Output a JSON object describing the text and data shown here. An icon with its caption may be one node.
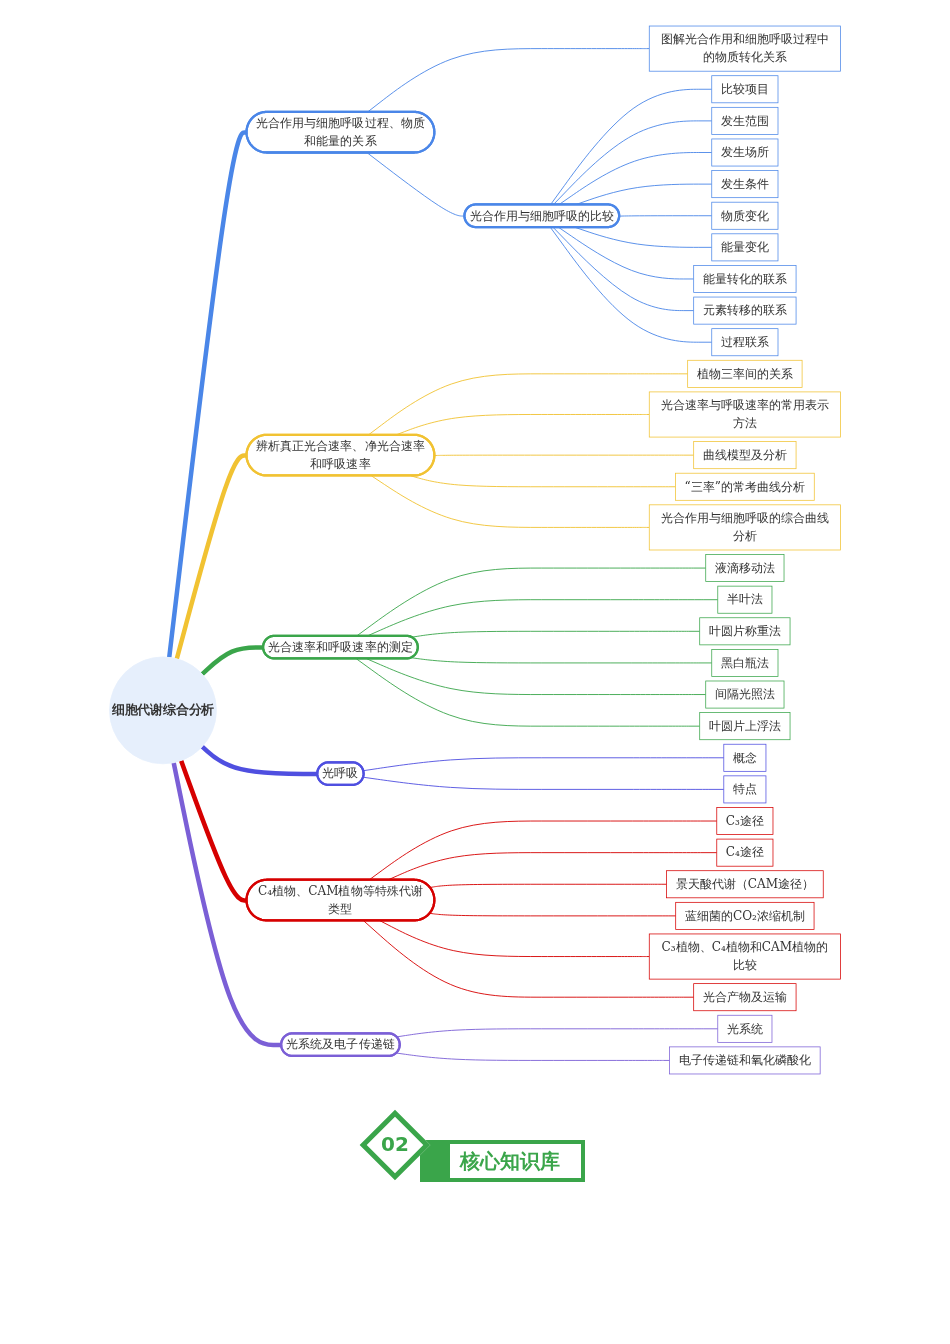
{
  "diagram": {
    "nodes": [
      {
        "text": [
          "细胞代谢综合分析"
        ]
      },
      {
        "text": [
          "光合作用与细胞呼吸过程、物质和能量的关系"
        ]
      },
      {
        "text": [
          "图解光合作用和细胞呼吸过程中的物质转化关系"
        ]
      },
      {
        "text": [
          "光合作用与细胞呼吸的比较"
        ]
      },
      {
        "text": [
          "比较项目"
        ]
      },
      {
        "text": [
          "发生范围"
        ]
      },
      {
        "text": [
          "发生场所"
        ]
      },
      {
        "text": [
          "发生条件"
        ]
      },
      {
        "text": [
          "物质变化"
        ]
      },
      {
        "text": [
          "能量变化"
        ]
      },
      {
        "text": [
          "能量转化的联系"
        ]
      },
      {
        "text": [
          "元素转移的联系"
        ]
      },
      {
        "text": [
          "过程联系"
        ]
      },
      {
        "text": [
          "辨析真正光合速率、净光合速率和呼吸速率"
        ]
      },
      {
        "text": [
          "植物三率间的关系"
        ]
      },
      {
        "text": [
          "光合速率与呼吸速率的常用表示方法"
        ]
      },
      {
        "text": [
          "曲线模型及分析"
        ]
      },
      {
        "text": [
          "“三率”的常考曲线分析"
        ]
      },
      {
        "text": [
          "光合作用与细胞呼吸的综合曲线分析"
        ]
      },
      {
        "text": [
          "光合速率和呼吸速率的测定"
        ]
      },
      {
        "text": [
          "液滴移动法"
        ]
      },
      {
        "text": [
          "半叶法"
        ]
      },
      {
        "text": [
          "叶圆片称重法"
        ]
      },
      {
        "text": [
          "黑白瓶法"
        ]
      },
      {
        "text": [
          "间隔光照法"
        ]
      },
      {
        "text": [
          "叶圆片上浮法"
        ]
      },
      {
        "text": [
          "光呼吸"
        ]
      },
      {
        "text": [
          "概念"
        ]
      },
      {
        "text": [
          "特点"
        ]
      },
      {
        "text": [
          "C₄植物、CAM植物等特殊代谢类型"
        ]
      },
      {
        "text": [
          "C₃途径"
        ]
      },
      {
        "text": [
          "C₄途径"
        ]
      },
      {
        "text": [
          "景天酸代谢（CAM途径）"
        ]
      },
      {
        "text": [
          "蓝细菌的CO₂浓缩机制"
        ]
      },
      {
        "text": [
          "C₃植物、C₄植物和CAM植物的比较"
        ]
      },
      {
        "text": [
          "光合产物及运输"
        ]
      },
      {
        "text": [
          "光系统及电子传递链"
        ]
      },
      {
        "text": [
          "光系统"
        ]
      },
      {
        "text": [
          "电子传递链和氧化磷酸化"
        ]
      }
    ],
    "edges": [
      {
        "from": 0,
        "to": 1,
        "arrow": "none",
        "style": "thick",
        "color": "#4a86e8"
      },
      {
        "from": 1,
        "to": 2,
        "arrow": "none",
        "color": "#4a86e8"
      },
      {
        "from": 1,
        "to": 3,
        "arrow": "none",
        "color": "#4a86e8"
      },
      {
        "from": 3,
        "to": 4,
        "arrow": "none",
        "color": "#4a86e8"
      },
      {
        "from": 3,
        "to": 5,
        "arrow": "none",
        "color": "#4a86e8"
      },
      {
        "from": 3,
        "to": 6,
        "arrow": "none",
        "color": "#4a86e8"
      },
      {
        "from": 3,
        "to": 7,
        "arrow": "none",
        "color": "#4a86e8"
      },
      {
        "from": 3,
        "to": 8,
        "arrow": "none",
        "color": "#4a86e8"
      },
      {
        "from": 3,
        "to": 9,
        "arrow": "none",
        "color": "#4a86e8"
      },
      {
        "from": 3,
        "to": 10,
        "arrow": "none",
        "color": "#4a86e8"
      },
      {
        "from": 3,
        "to": 11,
        "arrow": "none",
        "color": "#4a86e8"
      },
      {
        "from": 3,
        "to": 12,
        "arrow": "none",
        "color": "#4a86e8"
      },
      {
        "from": 0,
        "to": 13,
        "arrow": "none",
        "style": "thick",
        "color": "#f1c232"
      },
      {
        "from": 13,
        "to": 14,
        "arrow": "none",
        "color": "#f1c232"
      },
      {
        "from": 13,
        "to": 15,
        "arrow": "none",
        "color": "#f1c232"
      },
      {
        "from": 13,
        "to": 16,
        "arrow": "none",
        "color": "#f1c232"
      },
      {
        "from": 13,
        "to": 17,
        "arrow": "none",
        "color": "#f1c232"
      },
      {
        "from": 13,
        "to": 18,
        "arrow": "none",
        "color": "#f1c232"
      },
      {
        "from": 0,
        "to": 19,
        "arrow": "none",
        "style": "thick",
        "color": "#3aa54a"
      },
      {
        "from": 19,
        "to": 20,
        "arrow": "none",
        "color": "#3aa54a"
      },
      {
        "from": 19,
        "to": 21,
        "arrow": "none",
        "color": "#3aa54a"
      },
      {
        "from": 19,
        "to": 22,
        "arrow": "none",
        "color": "#3aa54a"
      },
      {
        "from": 19,
        "to": 23,
        "arrow": "none",
        "color": "#3aa54a"
      },
      {
        "from": 19,
        "to": 24,
        "arrow": "none",
        "color": "#3aa54a"
      },
      {
        "from": 19,
        "to": 25,
        "arrow": "none",
        "color": "#3aa54a"
      },
      {
        "from": 0,
        "to": 26,
        "arrow": "none",
        "style": "thick",
        "color": "#4f4fe0"
      },
      {
        "from": 26,
        "to": 27,
        "arrow": "none",
        "color": "#4f4fe0"
      },
      {
        "from": 26,
        "to": 28,
        "arrow": "none",
        "color": "#4f4fe0"
      },
      {
        "from": 0,
        "to": 29,
        "arrow": "none",
        "style": "thick",
        "color": "#d60000"
      },
      {
        "from": 29,
        "to": 30,
        "arrow": "none",
        "color": "#d60000"
      },
      {
        "from": 29,
        "to": 31,
        "arrow": "none",
        "color": "#d60000"
      },
      {
        "from": 29,
        "to": 32,
        "arrow": "none",
        "color": "#d60000"
      },
      {
        "from": 29,
        "to": 33,
        "arrow": "none",
        "color": "#d60000"
      },
      {
        "from": 29,
        "to": 34,
        "arrow": "none",
        "color": "#d60000"
      },
      {
        "from": 29,
        "to": 35,
        "arrow": "none",
        "color": "#d60000"
      },
      {
        "from": 0,
        "to": 36,
        "arrow": "none",
        "style": "thick",
        "color": "#7b5fd6"
      },
      {
        "from": 36,
        "to": 37,
        "arrow": "none",
        "color": "#7b5fd6"
      },
      {
        "from": 36,
        "to": 38,
        "arrow": "none",
        "color": "#7b5fd6"
      }
    ],
    "labels": [
      "02",
      "核心知识库"
    ]
  }
}
